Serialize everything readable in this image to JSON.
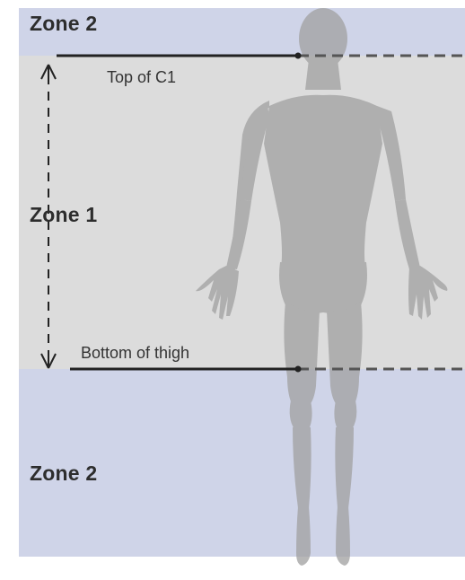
{
  "zones": {
    "top_label": "Zone 2",
    "middle_label": "Zone 1",
    "bottom_label": "Zone 2"
  },
  "markers": {
    "top": "Top of C1",
    "bottom": "Bottom of thigh"
  },
  "colors": {
    "zone2_background": "#cfd4e8",
    "zone1_background": "#dcdcdc",
    "figure_fill": "#a3a3a3",
    "line_color": "#222222"
  }
}
